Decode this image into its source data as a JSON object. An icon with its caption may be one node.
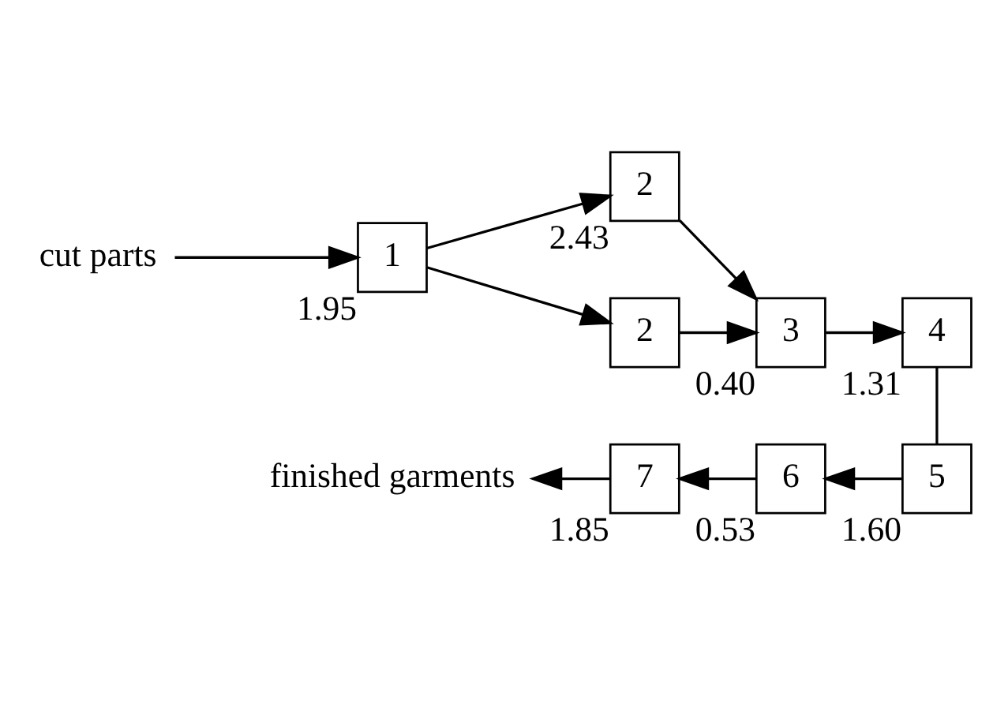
{
  "diagram": {
    "nodes": [
      {
        "text": [
          "cut parts"
        ]
      },
      {
        "text": [
          "1"
        ],
        "beside": [
          "1.95"
        ]
      },
      {
        "text": [
          "2"
        ],
        "beside": [
          "2.43"
        ]
      },
      {
        "text": [
          "2"
        ]
      },
      {
        "text": [
          "3"
        ],
        "beside": [
          "0.40"
        ]
      },
      {
        "text": [
          "4"
        ],
        "beside": [
          "1.31"
        ]
      },
      {
        "text": [
          "5"
        ],
        "beside": [
          "1.60"
        ]
      },
      {
        "text": [
          "6"
        ],
        "beside": [
          "0.53"
        ]
      },
      {
        "text": [
          "7"
        ],
        "beside": [
          "1.85"
        ]
      },
      {
        "text": [
          "finished garments"
        ]
      }
    ],
    "edges": [
      {
        "from": 0,
        "to": 1,
        "arrow": "to"
      },
      {
        "from": 1,
        "to": 2,
        "arrow": "to"
      },
      {
        "from": 1,
        "to": 3,
        "arrow": "to"
      },
      {
        "from": 2,
        "to": 4,
        "arrow": "to"
      },
      {
        "from": 3,
        "to": 4,
        "arrow": "to"
      },
      {
        "from": 4,
        "to": 5,
        "arrow": "to"
      },
      {
        "from": 5,
        "to": 6,
        "arrow": "none"
      },
      {
        "from": 6,
        "to": 7,
        "arrow": "to"
      },
      {
        "from": 7,
        "to": 8,
        "arrow": "to"
      },
      {
        "from": 8,
        "to": 9,
        "arrow": "to"
      }
    ]
  }
}
